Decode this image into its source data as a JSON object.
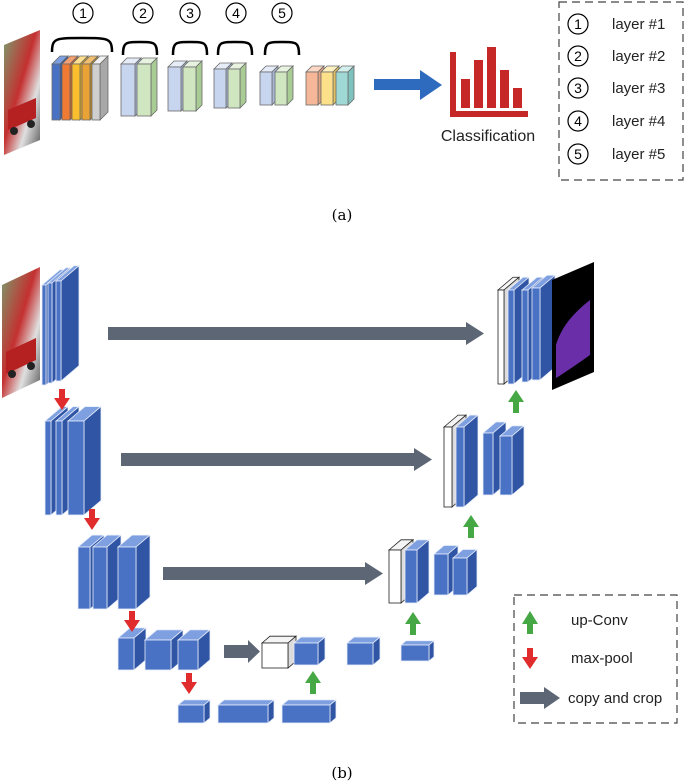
{
  "panel_a": {
    "caption": "(a)",
    "output_label": "Classification",
    "group_numbers": [
      "1",
      "2",
      "3",
      "4",
      "5"
    ],
    "legend": [
      {
        "num": "1",
        "label": "layer #1"
      },
      {
        "num": "2",
        "label": "layer #2"
      },
      {
        "num": "3",
        "label": "layer #3"
      },
      {
        "num": "4",
        "label": "layer #4"
      },
      {
        "num": "5",
        "label": "layer #5"
      }
    ]
  },
  "panel_b": {
    "caption": "(b)",
    "legend": [
      {
        "icon": "green-up-arrow-icon",
        "label": "up-Conv"
      },
      {
        "icon": "red-down-arrow-icon",
        "label": "max-pool"
      },
      {
        "icon": "gray-right-arrow-icon",
        "label": "copy and crop"
      }
    ]
  },
  "colors": {
    "block_blue": "#4a72c4",
    "block_dark": "#2f55a4",
    "arrow_gray": "#5d6675",
    "arrow_blue": "#2e6bbf",
    "arrow_red": "#e02c2c",
    "arrow_green": "#45a845",
    "chart_red": "#c62828"
  }
}
